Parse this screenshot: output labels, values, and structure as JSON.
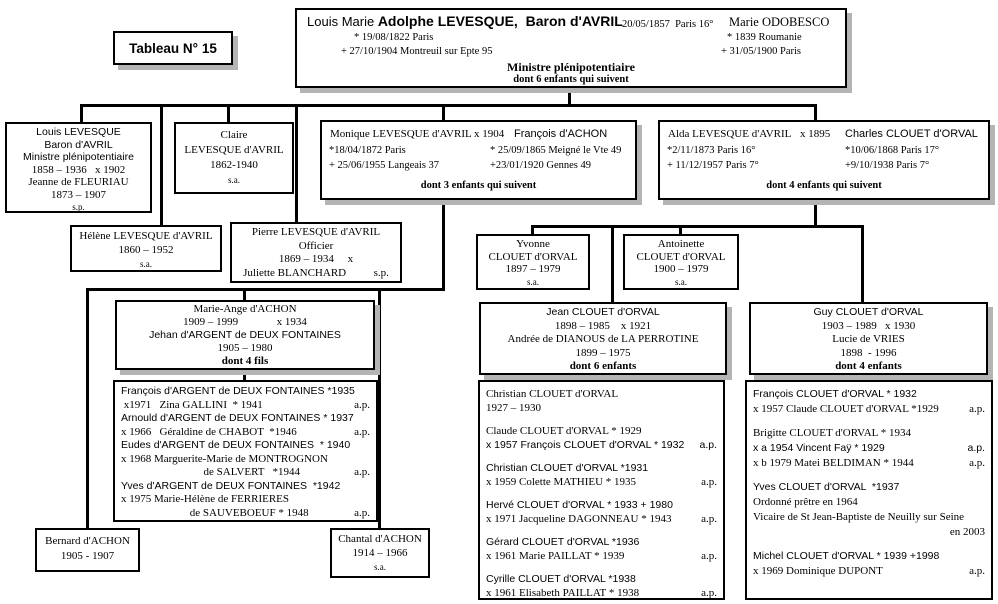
{
  "tableau_label": "Tableau N° 15",
  "colors": {
    "line": "#000000",
    "box_border": "#000000",
    "shadow": "#b4b4b4",
    "background": "#ffffff",
    "text": "#000000"
  },
  "parents": {
    "husband_prefix": "Louis Marie ",
    "husband_name": "Adolphe LEVESQUE,  Baron d'AVRIL",
    "marriage": "20/05/1857  Paris 16°",
    "wife_name": "Marie ODOBESCO",
    "husband_birth": "* 19/08/1822 Paris",
    "husband_death": "+ 27/10/1904 Montreuil sur Epte 95",
    "wife_birth": "* 1839 Roumanie",
    "wife_death": "+ 31/05/1900 Paris",
    "title": "Ministre plénipotentiaire",
    "note": "dont 6 enfants qui suivent"
  },
  "monique": {
    "left_name": "Monique LEVESQUE d'AVRIL",
    "marriage": "x 1904",
    "right_name": "François d'ACHON",
    "left_birth": "*18/04/1872 Paris",
    "left_death": "+ 25/06/1955 Langeais 37",
    "right_birth": "* 25/09/1865 Meigné le Vte 49",
    "right_death": "+23/01/1920 Gennes 49",
    "note": "dont 3 enfants qui suivent"
  },
  "alda": {
    "left_name": "Alda LEVESQUE d'AVRIL",
    "marriage": "x 1895",
    "right_name": "Charles CLOUET d'ORVAL",
    "left_birth": "*2/11/1873 Paris 16°",
    "left_death": "+ 11/12/1957 Paris 7°",
    "right_birth": "*10/06/1868 Paris 17°",
    "right_death": "+9/10/1938 Paris 7°",
    "note": "dont 4 enfants qui suivent"
  },
  "boxes": {
    "louis": {
      "lines": [
        {
          "t": "Louis LEVESQUE",
          "f": "sans"
        },
        {
          "t": "Baron d'AVRIL",
          "f": "sans"
        },
        {
          "t": "Ministre plénipotentiaire",
          "f": "sans"
        },
        {
          "t": "1858 – 1936   x 1902"
        },
        {
          "t": "Jeanne de FLEURIAU"
        },
        {
          "t": "1873 – 1907"
        },
        {
          "t": "s.p.",
          "small": true
        }
      ]
    },
    "claire": {
      "lines": [
        {
          "t": "Claire"
        },
        {
          "t": "LEVESQUE d'AVRIL"
        },
        {
          "t": "1862-1940"
        },
        {
          "t": "s.a.",
          "small": true
        }
      ]
    },
    "helene": {
      "lines": [
        {
          "t": "Hélène LEVESQUE d'AVRIL"
        },
        {
          "t": "1860 – 1952"
        },
        {
          "t": "s.a.",
          "small": true
        }
      ]
    },
    "pierre": {
      "lines": [
        {
          "t": "Pierre LEVESQUE d'AVRIL"
        },
        {
          "t": "Officier"
        },
        {
          "t": "1869 – 1934     x"
        },
        {
          "t": "Juliette BLANCHARD          s.p."
        }
      ]
    },
    "yvonne": {
      "lines": [
        {
          "t": "Yvonne"
        },
        {
          "t": "CLOUET d'ORVAL"
        },
        {
          "t": "1897 – 1979"
        },
        {
          "t": "s.a.",
          "small": true
        }
      ]
    },
    "antoinette": {
      "lines": [
        {
          "t": "Antoinette"
        },
        {
          "t": "CLOUET d'ORVAL"
        },
        {
          "t": "1900 – 1979"
        },
        {
          "t": "s.a.",
          "small": true
        }
      ]
    },
    "marieange": {
      "lines": [
        {
          "t": "Marie-Ange d'ACHON"
        },
        {
          "t": "1909 – 1999              x 1934"
        },
        {
          "t": "Jehan d'ARGENT de DEUX FONTAINES",
          "f": "sans"
        },
        {
          "t": "1905 – 1980"
        },
        {
          "t": "dont 4 fils",
          "b": true
        }
      ]
    },
    "jean": {
      "lines": [
        {
          "t": "Jean CLOUET d'ORVAL",
          "f": "sans"
        },
        {
          "t": "1898 – 1985    x 1921"
        },
        {
          "t": "Andrée de DIANOUS de LA PERROTINE"
        },
        {
          "t": "1899 – 1975"
        },
        {
          "t": "dont 6 enfants",
          "b": true
        }
      ]
    },
    "guy": {
      "lines": [
        {
          "t": "Guy CLOUET d'ORVAL",
          "f": "sans"
        },
        {
          "t": "1903 – 1989   x 1930"
        },
        {
          "t": "Lucie de VRIES"
        },
        {
          "t": "1898  - 1996"
        },
        {
          "t": "dont 4 enfants",
          "b": true
        }
      ]
    },
    "bernard": {
      "lines": [
        {
          "t": "Bernard d'ACHON"
        },
        {
          "t": "1905 - 1907"
        }
      ]
    },
    "chantal": {
      "lines": [
        {
          "t": "Chantal d'ACHON"
        },
        {
          "t": "1914 – 1966"
        },
        {
          "t": "s.a.",
          "small": true
        }
      ]
    }
  },
  "lists": {
    "argent": [
      {
        "t": "François d'ARGENT de DEUX FONTAINES *1935",
        "f": "sans"
      },
      {
        "t": " x1971   Zina GALLINI  * 1941",
        "r": "a.p."
      },
      {
        "t": "Arnould d'ARGENT de DEUX FONTAINES * 1937",
        "f": "sans"
      },
      {
        "t": "x 1966   Géraldine de CHABOT  *1946",
        "r": "a.p."
      },
      {
        "t": "Eudes d'ARGENT de DEUX FONTAINES  * 1940",
        "f": "sans"
      },
      {
        "t": "x 1968 Marguerite-Marie de MONTROGNON"
      },
      {
        "t": "                              de SALVERT   *1944",
        "r": "a.p."
      },
      {
        "t": "Yves d'ARGENT de DEUX FONTAINES  *1942",
        "f": "sans"
      },
      {
        "t": "x 1975 Marie-Hélène de FERRIERES"
      },
      {
        "t": "                         de SAUVEBOEUF * 1948",
        "r": "a.p."
      }
    ],
    "jean_children": [
      {
        "t": "Christian CLOUET d'ORVAL"
      },
      {
        "t": "1927 – 1930"
      },
      {
        "gap": true
      },
      {
        "t": "Claude CLOUET d'ORVAL * 1929"
      },
      {
        "t": "x 1957 François CLOUET d'ORVAL * 1932",
        "r": "a.p.",
        "f": "sans"
      },
      {
        "gap": true
      },
      {
        "t": "Christian CLOUET d'ORVAL *1931",
        "f": "sans"
      },
      {
        "t": "x 1959 Colette MATHIEU * 1935",
        "r": "a.p."
      },
      {
        "gap": true
      },
      {
        "t": "Hervé CLOUET d'ORVAL * 1933 + 1980",
        "f": "sans"
      },
      {
        "t": "x 1971 Jacqueline DAGONNEAU * 1943",
        "r": "a.p."
      },
      {
        "gap": true
      },
      {
        "t": "Gérard CLOUET d'ORVAL *1936",
        "f": "sans"
      },
      {
        "t": "x 1961 Marie PAILLAT * 1939",
        "r": "a.p."
      },
      {
        "gap": true
      },
      {
        "t": "Cyrille CLOUET d'ORVAL *1938",
        "f": "sans"
      },
      {
        "t": "x 1961 Elisabeth PAILLAT * 1938",
        "r": "a.p."
      }
    ],
    "guy_children": [
      {
        "t": "François CLOUET d'ORVAL * 1932",
        "f": "sans"
      },
      {
        "t": "x 1957 Claude CLOUET d'ORVAL *1929",
        "r": "a.p."
      },
      {
        "gap": true
      },
      {
        "t": "Brigitte CLOUET d'ORVAL * 1934"
      },
      {
        "t": "x a 1954 Vincent Faÿ * 1929",
        "r": "a.p.",
        "f": "sans"
      },
      {
        "t": "x b 1979 Matei BELDIMAN * 1944",
        "r": "a.p."
      },
      {
        "gap": true
      },
      {
        "t": "Yves CLOUET d'ORVAL  *1937",
        "f": "sans"
      },
      {
        "t": "Ordonné prêtre en 1964"
      },
      {
        "t": "Vicaire de St Jean-Baptiste de Neuilly sur Seine"
      },
      {
        "t": "",
        "r": "en 2003"
      },
      {
        "gap": true
      },
      {
        "t": "Michel CLOUET d'ORVAL * 1939 +1998",
        "f": "sans"
      },
      {
        "t": "x 1969 Dominique DUPONT",
        "r": "a.p."
      }
    ]
  }
}
